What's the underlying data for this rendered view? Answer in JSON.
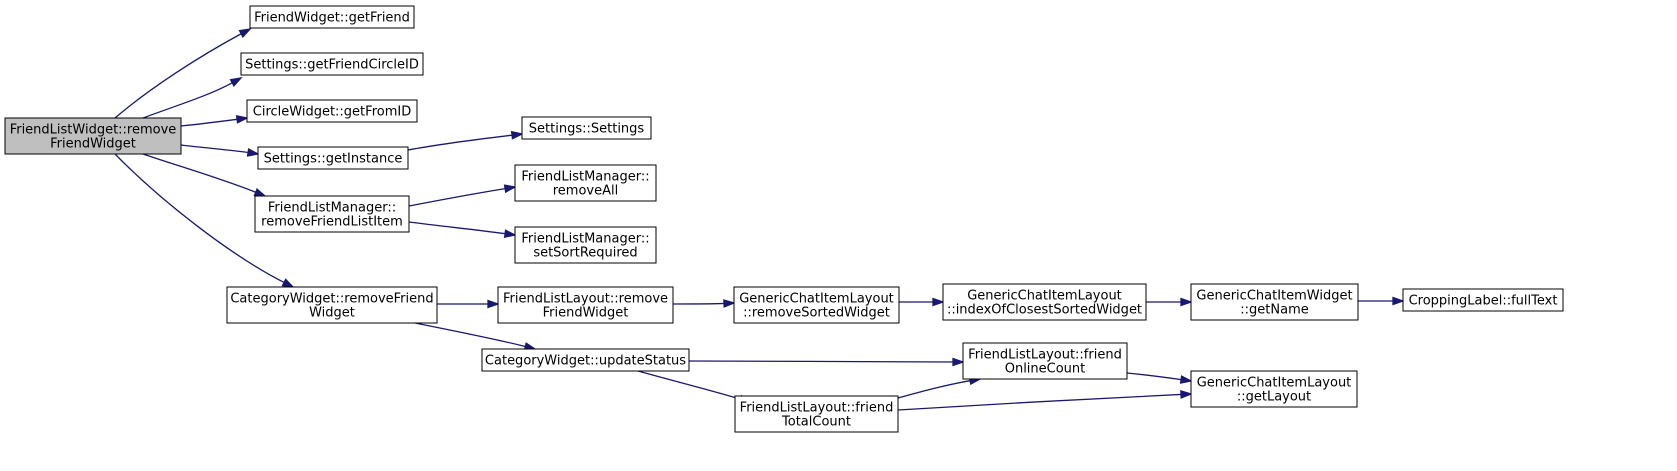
{
  "colors": {
    "edge": "#191970",
    "node_fill": "#ffffff",
    "root_fill": "#bfbfbf",
    "border": "#000000"
  },
  "nodes": [
    {
      "id": "root",
      "lines": [
        "FriendListWidget::remove",
        "FriendWidget"
      ],
      "root": true
    },
    {
      "id": "fw_getFriend",
      "lines": [
        "FriendWidget::getFriend"
      ]
    },
    {
      "id": "settings_getFriendCircleID",
      "lines": [
        "Settings::getFriendCircleID"
      ]
    },
    {
      "id": "circle_getFromID",
      "lines": [
        "CircleWidget::getFromID"
      ]
    },
    {
      "id": "settings_getInstance",
      "lines": [
        "Settings::getInstance"
      ]
    },
    {
      "id": "settings_settings",
      "lines": [
        "Settings::Settings"
      ]
    },
    {
      "id": "flm_removeFriendListItem",
      "lines": [
        "FriendListManager::",
        "removeFriendListItem"
      ]
    },
    {
      "id": "flm_removeAll",
      "lines": [
        "FriendListManager::",
        "removeAll"
      ]
    },
    {
      "id": "flm_setSortRequired",
      "lines": [
        "FriendListManager::",
        "setSortRequired"
      ]
    },
    {
      "id": "cw_removeFriendWidget",
      "lines": [
        "CategoryWidget::removeFriend",
        "Widget"
      ]
    },
    {
      "id": "fll_removeFriendWidget",
      "lines": [
        "FriendListLayout::remove",
        "FriendWidget"
      ]
    },
    {
      "id": "gcil_removeSortedWidget",
      "lines": [
        "GenericChatItemLayout",
        "::removeSortedWidget"
      ]
    },
    {
      "id": "gcil_indexOfClosestSortedWidget",
      "lines": [
        "GenericChatItemLayout",
        "::indexOfClosestSortedWidget"
      ]
    },
    {
      "id": "gciw_getName",
      "lines": [
        "GenericChatItemWidget",
        "::getName"
      ]
    },
    {
      "id": "cropping_fullText",
      "lines": [
        "CroppingLabel::fullText"
      ]
    },
    {
      "id": "cw_updateStatus",
      "lines": [
        "CategoryWidget::updateStatus"
      ]
    },
    {
      "id": "fll_friendOnlineCount",
      "lines": [
        "FriendListLayout::friend",
        "OnlineCount"
      ]
    },
    {
      "id": "gcil_getLayout",
      "lines": [
        "GenericChatItemLayout",
        "::getLayout"
      ]
    },
    {
      "id": "fll_friendTotalCount",
      "lines": [
        "FriendListLayout::friend",
        "TotalCount"
      ]
    }
  ],
  "edges": [
    {
      "from": "root",
      "to": "fw_getFriend"
    },
    {
      "from": "root",
      "to": "settings_getFriendCircleID"
    },
    {
      "from": "root",
      "to": "circle_getFromID"
    },
    {
      "from": "root",
      "to": "settings_getInstance"
    },
    {
      "from": "root",
      "to": "flm_removeFriendListItem"
    },
    {
      "from": "root",
      "to": "cw_removeFriendWidget"
    },
    {
      "from": "settings_getInstance",
      "to": "settings_settings"
    },
    {
      "from": "flm_removeFriendListItem",
      "to": "flm_removeAll"
    },
    {
      "from": "flm_removeFriendListItem",
      "to": "flm_setSortRequired"
    },
    {
      "from": "cw_removeFriendWidget",
      "to": "fll_removeFriendWidget"
    },
    {
      "from": "cw_removeFriendWidget",
      "to": "cw_updateStatus"
    },
    {
      "from": "fll_removeFriendWidget",
      "to": "gcil_removeSortedWidget"
    },
    {
      "from": "gcil_removeSortedWidget",
      "to": "gcil_indexOfClosestSortedWidget"
    },
    {
      "from": "gcil_indexOfClosestSortedWidget",
      "to": "gciw_getName"
    },
    {
      "from": "gciw_getName",
      "to": "cropping_fullText"
    },
    {
      "from": "cw_updateStatus",
      "to": "fll_friendOnlineCount"
    },
    {
      "from": "cw_updateStatus",
      "to": "fll_friendTotalCount"
    },
    {
      "from": "fll_friendOnlineCount",
      "to": "gcil_getLayout"
    },
    {
      "from": "fll_friendTotalCount",
      "to": "fll_friendOnlineCount"
    },
    {
      "from": "fll_friendTotalCount",
      "to": "gcil_getLayout"
    }
  ]
}
